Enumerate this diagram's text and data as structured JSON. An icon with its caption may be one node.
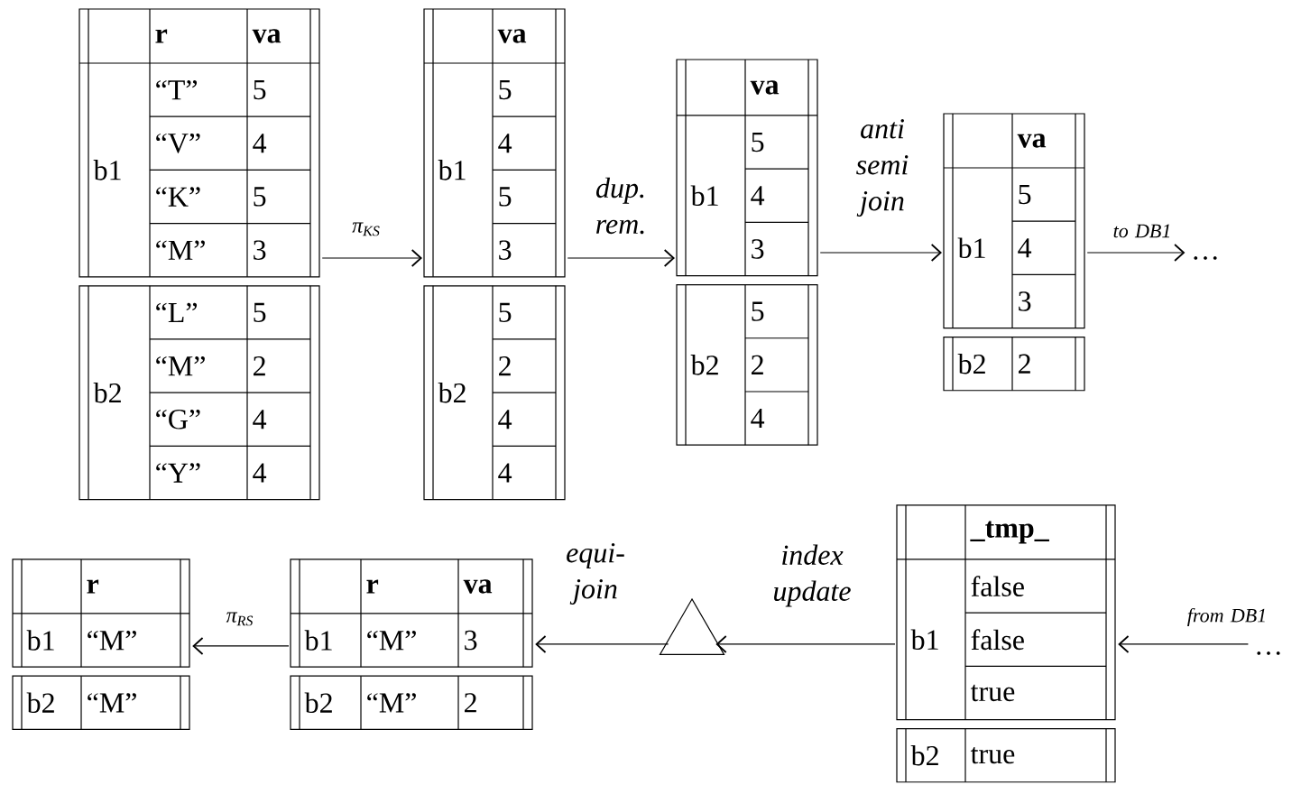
{
  "diagram": {
    "nodes": [
      {
        "text": [
          "r",
          "va",
          "b1",
          "“T”",
          "5",
          "“V”",
          "4",
          "“K”",
          "5",
          "“M”",
          "3",
          "b2",
          "“L”",
          "5",
          "“M”",
          "2",
          "“G”",
          "4",
          "“Y”",
          "4"
        ]
      },
      {
        "text": [
          "va",
          "b1",
          "5",
          "4",
          "5",
          "3",
          "b2",
          "5",
          "2",
          "4",
          "4"
        ]
      },
      {
        "text": [
          "va",
          "b1",
          "5",
          "4",
          "3",
          "b2",
          "5",
          "2",
          "4"
        ]
      },
      {
        "text": [
          "va",
          "b1",
          "5",
          "4",
          "3",
          "b2",
          "2"
        ]
      },
      {
        "text": [
          "…"
        ]
      },
      {
        "text": [
          "r",
          "b1",
          "“M”",
          "b2",
          "“M”"
        ]
      },
      {
        "text": [
          "r",
          "va",
          "b1",
          "“M”",
          "3",
          "b2",
          "“M”",
          "2"
        ]
      },
      {
        "text": [],
        "shape": "triangle"
      },
      {
        "text": [
          "_tmp_",
          "b1",
          "false",
          "false",
          "true",
          "b2",
          "true"
        ]
      },
      {
        "text": [
          "…"
        ]
      }
    ],
    "edges": [
      {
        "from": 0,
        "to": 1,
        "arrow": "to",
        "label": "π$_{KS}$"
      },
      {
        "from": 1,
        "to": 2,
        "arrow": "to",
        "label": "dup. rem."
      },
      {
        "from": 2,
        "to": 3,
        "arrow": "to",
        "label": "anti semi join"
      },
      {
        "from": 3,
        "to": 4,
        "arrow": "to",
        "label": "to DB1"
      },
      {
        "from": 9,
        "to": 8,
        "arrow": "to",
        "label": "from DB1"
      },
      {
        "from": 8,
        "to": 7,
        "arrow": "to",
        "label": "index update"
      },
      {
        "from": 7,
        "to": 6,
        "arrow": "to",
        "label": "equi- join"
      },
      {
        "from": 6,
        "to": 5,
        "arrow": "to",
        "label": "π$_{RS}$"
      }
    ]
  }
}
